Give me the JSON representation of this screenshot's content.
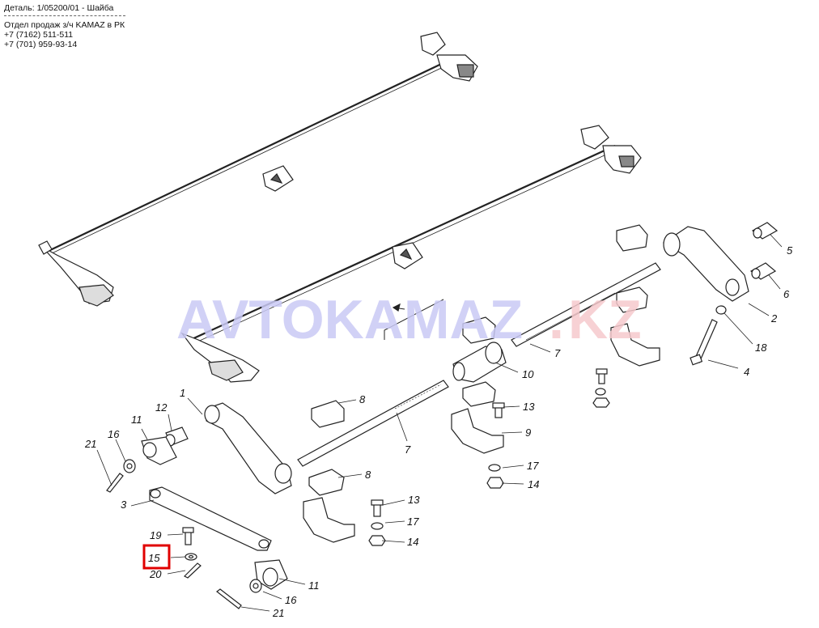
{
  "header": {
    "detail_line": "Деталь: 1/05200/01 - Шайба",
    "sales_line": "Отдел продаж з/ч KAMAZ в РК",
    "phone_1": "+7 (7162) 511-511",
    "phone_2": "+7 (701) 959-93-14"
  },
  "watermark": {
    "main": "AVTOKAMAZ",
    "dot": ".",
    "suffix": "KZ",
    "main_color": "#c9c9f4",
    "suffix_color": "#f6c9cc"
  },
  "highlight_color": "#e00000",
  "callouts": {
    "c1": "1",
    "c2": "2",
    "c3": "3",
    "c4": "4",
    "c5": "5",
    "c6": "6",
    "c7a": "7",
    "c7b": "7",
    "c8a": "8",
    "c8b": "8",
    "c9": "9",
    "c10": "10",
    "c11a": "11",
    "c11b": "11",
    "c12": "12",
    "c13a": "13",
    "c13b": "13",
    "c14a": "14",
    "c14b": "14",
    "c15": "15",
    "c16a": "16",
    "c16b": "16",
    "c17a": "17",
    "c17b": "17",
    "c18": "18",
    "c19": "19",
    "c20": "20",
    "c21a": "21",
    "c21b": "21"
  }
}
